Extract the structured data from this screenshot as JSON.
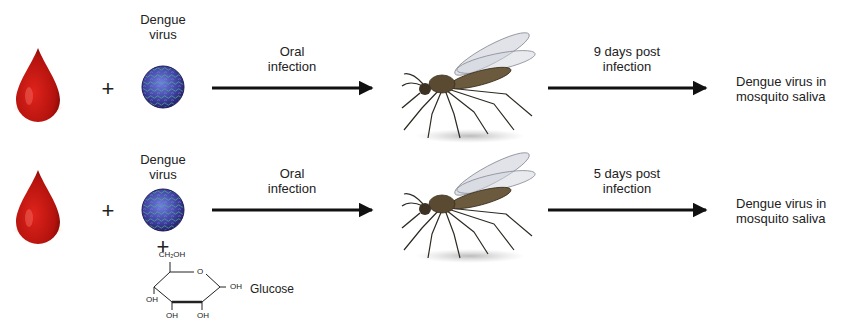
{
  "diagram": {
    "labels": [
      "Dengue virus",
      "+",
      "Oral infection",
      "9 days post infection",
      "Dengue virus in mosquito saliva",
      "Dengue virus",
      "+",
      "+",
      "CH₂OH",
      "O",
      "OH",
      "OH",
      "OH",
      "OH",
      "Glucose",
      "Oral infection",
      "5 days post infection",
      "Dengue virus in mosquito saliva"
    ]
  }
}
